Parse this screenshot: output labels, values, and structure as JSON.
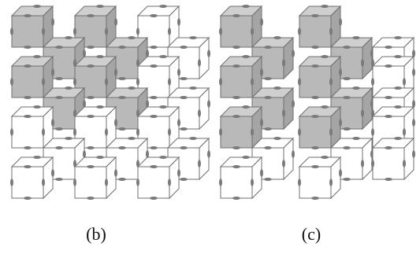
{
  "panels": [
    {
      "id": "b",
      "label": "(b)",
      "cubes": [
        {
          "col": 0,
          "row": 0,
          "layer": 2,
          "filled": true
        },
        {
          "col": 1,
          "row": 0,
          "layer": 2,
          "filled": true
        },
        {
          "col": 2,
          "row": 0,
          "layer": 2,
          "filled": false
        },
        {
          "col": 0,
          "row": 0,
          "layer": 1,
          "filled": true
        },
        {
          "col": 1,
          "row": 0,
          "layer": 1,
          "filled": true
        },
        {
          "col": 2,
          "row": 0,
          "layer": 1,
          "filled": false
        },
        {
          "col": 0,
          "row": 1,
          "layer": 2,
          "filled": true
        },
        {
          "col": 1,
          "row": 1,
          "layer": 2,
          "filled": true
        },
        {
          "col": 2,
          "row": 1,
          "layer": 2,
          "filled": false
        },
        {
          "col": 0,
          "row": 1,
          "layer": 1,
          "filled": true
        },
        {
          "col": 1,
          "row": 1,
          "layer": 1,
          "filled": true
        },
        {
          "col": 2,
          "row": 1,
          "layer": 1,
          "filled": false
        },
        {
          "col": 0,
          "row": 2,
          "layer": 2,
          "filled": false
        },
        {
          "col": 1,
          "row": 2,
          "layer": 2,
          "filled": false
        },
        {
          "col": 2,
          "row": 2,
          "layer": 2,
          "filled": false
        },
        {
          "col": 0,
          "row": 2,
          "layer": 1,
          "filled": false
        },
        {
          "col": 1,
          "row": 2,
          "layer": 1,
          "filled": false
        },
        {
          "col": 2,
          "row": 2,
          "layer": 1,
          "filled": false
        },
        {
          "col": 0,
          "row": 3,
          "layer": 2,
          "filled": false
        },
        {
          "col": 1,
          "row": 3,
          "layer": 2,
          "filled": false
        },
        {
          "col": 2,
          "row": 3,
          "layer": 2,
          "filled": false
        }
      ]
    },
    {
      "id": "c",
      "label": "(c)",
      "cubes": [
        {
          "col": 0,
          "row": 0,
          "layer": 2,
          "filled": true
        },
        {
          "col": 1,
          "row": 0,
          "layer": 2,
          "filled": true
        },
        {
          "col": 0,
          "row": 0,
          "layer": 1,
          "filled": true
        },
        {
          "col": 1,
          "row": 0,
          "layer": 1,
          "filled": true
        },
        {
          "col": 2,
          "row": 0,
          "layer": 1,
          "filled": false
        },
        {
          "col": 0,
          "row": 1,
          "layer": 2,
          "filled": true
        },
        {
          "col": 1,
          "row": 1,
          "layer": 2,
          "filled": true
        },
        {
          "col": 2,
          "row": 1,
          "layer": 2,
          "filled": false
        },
        {
          "col": 0,
          "row": 1,
          "layer": 1,
          "filled": true
        },
        {
          "col": 1,
          "row": 1,
          "layer": 1,
          "filled": true
        },
        {
          "col": 2,
          "row": 1,
          "layer": 1,
          "filled": false
        },
        {
          "col": 0,
          "row": 2,
          "layer": 2,
          "filled": true
        },
        {
          "col": 1,
          "row": 2,
          "layer": 2,
          "filled": true
        },
        {
          "col": 2,
          "row": 2,
          "layer": 2,
          "filled": false
        },
        {
          "col": 0,
          "row": 2,
          "layer": 1,
          "filled": false
        },
        {
          "col": 1,
          "row": 2,
          "layer": 1,
          "filled": false
        },
        {
          "col": 2,
          "row": 2,
          "layer": 1,
          "filled": false
        },
        {
          "col": 0,
          "row": 3,
          "layer": 2,
          "filled": false
        },
        {
          "col": 1,
          "row": 3,
          "layer": 2,
          "filled": false
        }
      ]
    }
  ],
  "colors": {
    "filled_face": "#b9b9b9",
    "filled_top": "#cfcfcf",
    "filled_side": "#a5a5a5",
    "empty_face": "#ffffff",
    "edge": "#6f6f6f",
    "connector": "#7a7a7a"
  }
}
